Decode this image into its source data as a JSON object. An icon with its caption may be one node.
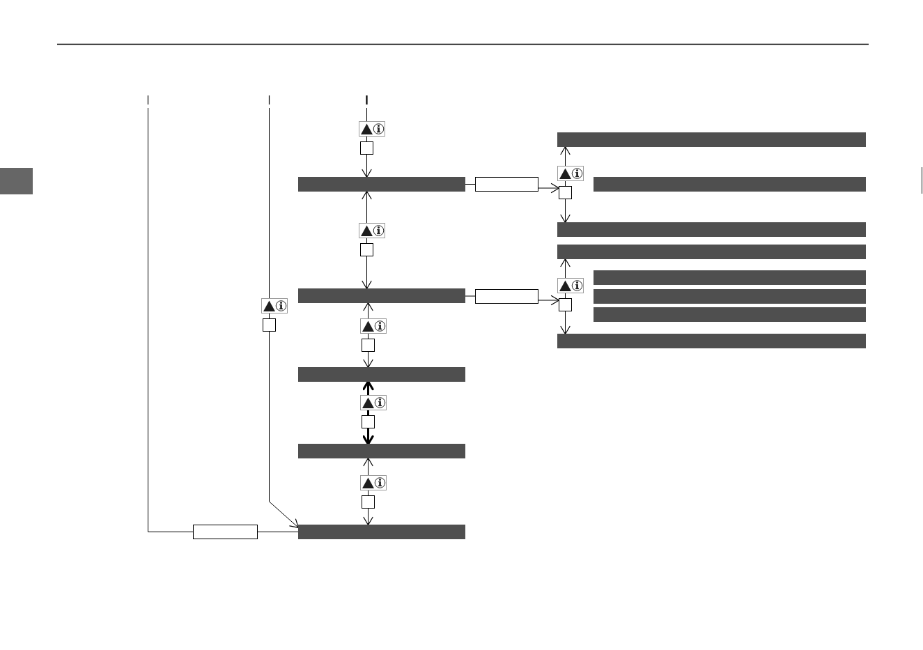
{
  "diagram": {
    "nodes": [
      {
        "text": [],
        "shape": "picture"
      },
      {
        "text": [],
        "shape": "bar"
      },
      {
        "text": [],
        "shape": "box"
      },
      {
        "text": [],
        "shape": "picture"
      },
      {
        "text": [],
        "shape": "bar"
      },
      {
        "text": [],
        "shape": "box"
      },
      {
        "text": [],
        "shape": "bar"
      },
      {
        "text": [],
        "shape": "box"
      },
      {
        "text": [],
        "shape": "bar"
      },
      {
        "text": [],
        "shape": "picture"
      },
      {
        "text": [],
        "shape": "box"
      },
      {
        "text": [],
        "shape": "bar"
      },
      {
        "text": [],
        "shape": "bar"
      },
      {
        "text": [],
        "shape": "picture"
      },
      {
        "text": [],
        "shape": "bar"
      },
      {
        "text": [],
        "shape": "box"
      },
      {
        "text": [],
        "shape": "bar"
      },
      {
        "text": [],
        "shape": "box"
      },
      {
        "text": [],
        "shape": "picture"
      },
      {
        "text": [],
        "shape": "bar"
      },
      {
        "text": [],
        "shape": "box"
      },
      {
        "text": [],
        "shape": "picture"
      },
      {
        "text": [],
        "shape": "bar"
      },
      {
        "text": [],
        "shape": "box"
      },
      {
        "text": [],
        "shape": "bar"
      },
      {
        "text": [],
        "shape": "picture"
      },
      {
        "text": [],
        "shape": "box"
      },
      {
        "text": [],
        "shape": "bar"
      },
      {
        "text": [],
        "shape": "picture"
      },
      {
        "text": [],
        "shape": "box"
      },
      {
        "text": [],
        "shape": "box"
      },
      {
        "text": [],
        "shape": "bar"
      }
    ],
    "edges": [
      {
        "from": null,
        "to": 0,
        "arrow": "none"
      },
      {
        "from": 0,
        "to": 2,
        "arrow": "none"
      },
      {
        "from": 2,
        "to": 4,
        "arrow": "to"
      },
      {
        "from": 9,
        "to": 4,
        "arrow": "to"
      },
      {
        "from": 9,
        "to": 10,
        "arrow": "none"
      },
      {
        "from": 10,
        "to": 14,
        "arrow": "to"
      },
      {
        "from": 4,
        "to": 5,
        "arrow": "none"
      },
      {
        "from": 5,
        "to": 7,
        "arrow": "to"
      },
      {
        "from": 3,
        "to": 1,
        "arrow": "to"
      },
      {
        "from": 3,
        "to": 7,
        "arrow": "none"
      },
      {
        "from": 7,
        "to": 8,
        "arrow": "to"
      },
      {
        "from": 14,
        "to": 15,
        "arrow": "none"
      },
      {
        "from": 15,
        "to": 17,
        "arrow": "to"
      },
      {
        "from": 13,
        "to": 11,
        "arrow": "to"
      },
      {
        "from": 13,
        "to": 17,
        "arrow": "none"
      },
      {
        "from": 17,
        "to": 22,
        "arrow": "to"
      },
      {
        "from": 21,
        "to": 14,
        "arrow": "to"
      },
      {
        "from": 21,
        "to": 23,
        "arrow": "none"
      },
      {
        "from": 23,
        "to": 24,
        "arrow": "to"
      },
      {
        "from": 25,
        "to": 24,
        "arrow": "to",
        "style": "thick"
      },
      {
        "from": 25,
        "to": 26,
        "arrow": "none",
        "style": "thick"
      },
      {
        "from": 26,
        "to": 27,
        "arrow": "to",
        "style": "thick"
      },
      {
        "from": 28,
        "to": 27,
        "arrow": "to"
      },
      {
        "from": 28,
        "to": 29,
        "arrow": "none"
      },
      {
        "from": 29,
        "to": 31,
        "arrow": "to"
      },
      {
        "from": null,
        "to": 18,
        "arrow": "none"
      },
      {
        "from": 18,
        "to": 20,
        "arrow": "none"
      },
      {
        "from": 20,
        "to": 31,
        "arrow": "to"
      },
      {
        "from": null,
        "to": 30,
        "arrow": "none"
      },
      {
        "from": 30,
        "to": 31,
        "arrow": "none"
      }
    ]
  }
}
